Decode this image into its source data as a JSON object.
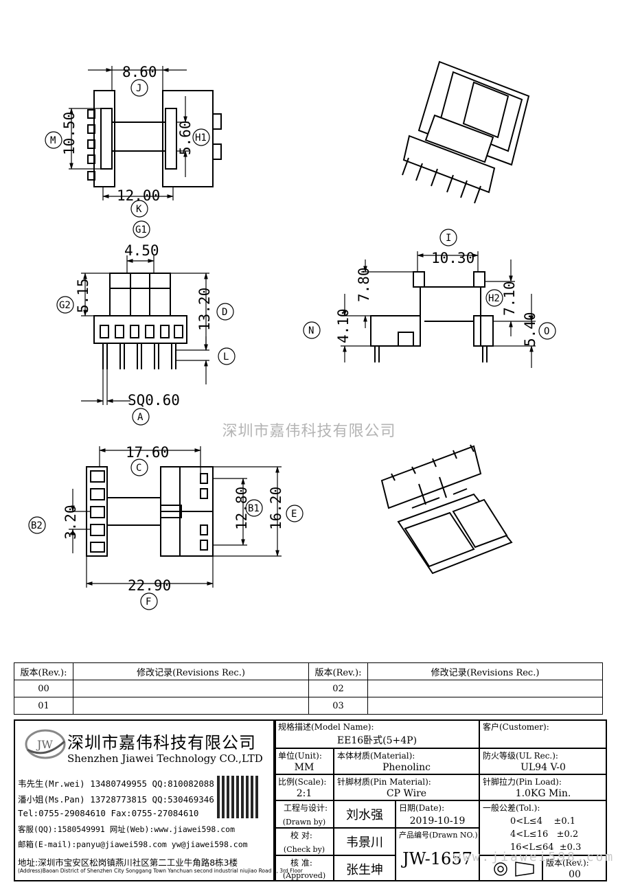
{
  "dims": {
    "J": "8.60",
    "M": "10.50",
    "H1": "5.60",
    "K": "12.00",
    "G1": "4.50",
    "G2": "5.15",
    "D": "13.20",
    "L": "",
    "A": "SQ0.60",
    "I": "10.30",
    "N": "4.10",
    "N_top": "7.80",
    "H2": "7.10",
    "O": "5.40",
    "C": "17.60",
    "B2": "3.20",
    "B1": "12.80",
    "E": "16.20",
    "F": "22.90"
  },
  "labels": [
    "J",
    "M",
    "H1",
    "K",
    "G1",
    "G2",
    "D",
    "L",
    "A",
    "I",
    "N",
    "H2",
    "O",
    "C",
    "B2",
    "B1",
    "E",
    "F"
  ],
  "watermark": "深圳市嘉伟科技有限公司",
  "watermark_url": "www.jiawei598.com",
  "revisions": {
    "header_rev": "版本(Rev.):",
    "header_rec": "修改记录(Revisions Rec.)",
    "rows": [
      [
        "00",
        "02"
      ],
      [
        "01",
        "03"
      ]
    ]
  },
  "company": {
    "logo_text": "JW",
    "name_cn": "深圳市嘉伟科技有限公司",
    "name_en": "Shenzhen Jiawei Technology CO.,LTD",
    "contacts": [
      "韦先生(Mr.wei) 13480749955 QQ:810082088",
      "潘小姐(Ms.Pan) 13728773815 QQ:530469346",
      "Tel:0755-29084610      Fax:0755-27084610",
      "客服(QQ):1580549991   网址(Web):www.jiawei598.com",
      "邮箱(E-mail):panyu@jiawei598.com  yw@jiawei598.com"
    ],
    "address_cn": "地址:深圳市宝安区松岗镇燕川社区第二工业牛角路8栋3楼",
    "address_en": "(Address)Baoan District of Shenzhen City Songgang Town Yanchuan  second industrial niujiao Road 8, 3rd Floor"
  },
  "title_block": {
    "model_cap": "规格描述(Model Name):",
    "model": "EE16卧式(5+4P)",
    "customer_cap": "客户(Customer):",
    "customer": "",
    "unit_cap": "单位(Unit):",
    "unit": "MM",
    "material_cap": "本体材质(Material):",
    "material": "Phenolinc",
    "ul_cap": "防火等级(UL Rec.):",
    "ul": "UL94 V-0",
    "scale_cap": "比例(Scale):",
    "scale": "2:1",
    "pin_cap": "针脚材质(Pin Material):",
    "pin": "CP Wire",
    "load_cap": "针脚拉力(Pin Load):",
    "load": "1.0KG Min.",
    "drawn_cap": "工程与设计:",
    "drawn_cap2": "(Drawn by)",
    "drawn": "刘水强",
    "date_cap": "日期(Date):",
    "date": "2019-10-19",
    "tol_cap": "一般公差(Tol.):",
    "tol": [
      "0<L≤4    ±0.1",
      "4<L≤16   ±0.2",
      "16<L≤64  ±0.3"
    ],
    "check_cap": "校  对:",
    "check_cap2": "(Check by)",
    "check": "韦景川",
    "drawno_cap": "产品编号(Drawn NO.):",
    "drawno": "JW-1657",
    "appr_cap": "核  准:",
    "appr_cap2": "(Approved)",
    "appr": "张生坤",
    "rev_cap": "版本(Rev.):",
    "rev": "00"
  }
}
